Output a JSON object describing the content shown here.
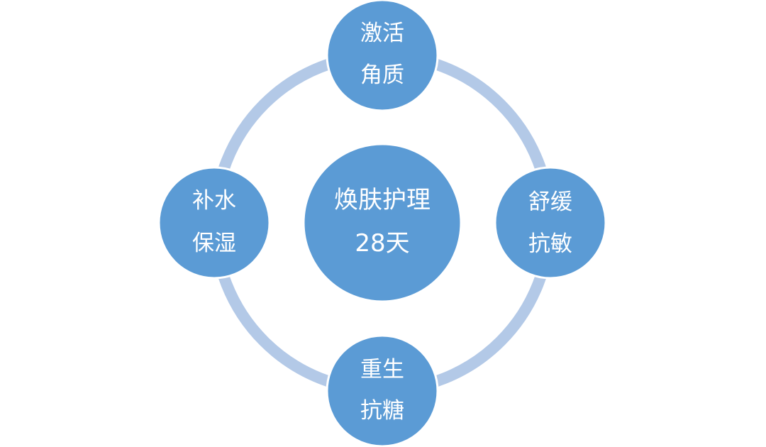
{
  "diagram": {
    "colors": {
      "ring": "#b3c9e7",
      "node_fill": "#5b9bd5",
      "node_stroke": "#ffffff",
      "text": "#ffffff"
    },
    "center": {
      "line1": "焕肤护理",
      "line2": "28天"
    },
    "nodes": {
      "top": {
        "line1": "激活",
        "line2": "角质"
      },
      "right": {
        "line1": "舒缓",
        "line2": "抗敏"
      },
      "bottom": {
        "line1": "重生",
        "line2": "抗糖"
      },
      "left": {
        "line1": "补水",
        "line2": "保湿"
      }
    }
  }
}
